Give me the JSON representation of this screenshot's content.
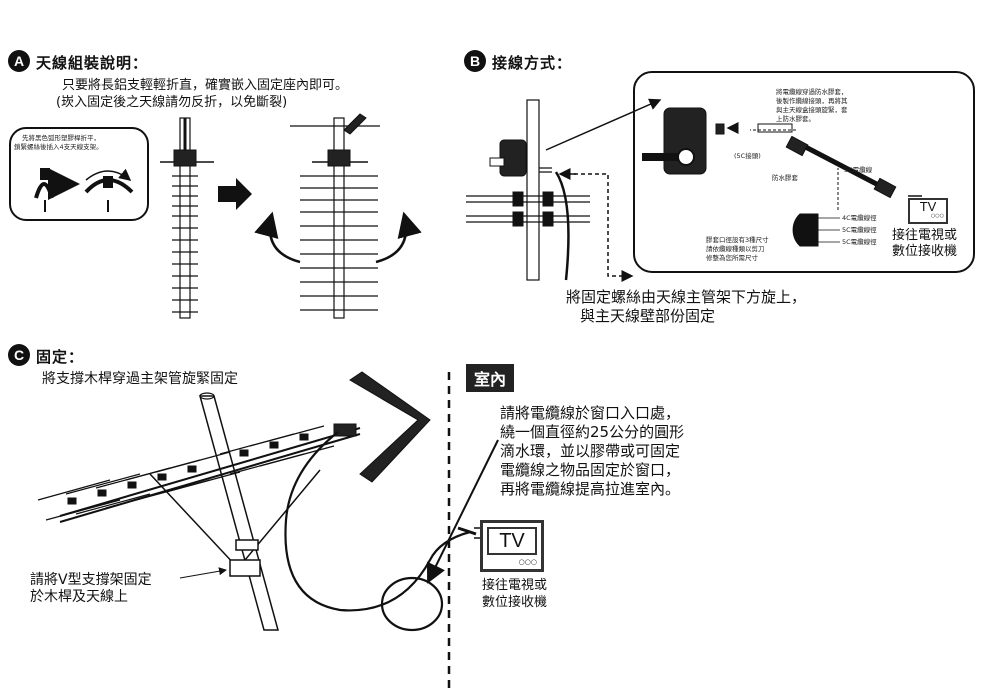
{
  "sectionA": {
    "badge": "A",
    "title": "天線組裝說明：",
    "line1": "只要將長鋁支輕輕折直，確實嵌入固定座內即可。",
    "line2": "(崁入固定後之天線請勿反折，以免斷裂)",
    "inset_line1": "先將黑色弧形塑膠桿折平，",
    "inset_line2": "鎖緊螺絲後插入4支天線支架。"
  },
  "sectionB": {
    "badge": "B",
    "title": "接線方式：",
    "note1_l1": "將電纜線穿過防水膠套，",
    "note1_l2": "後製作纜線接頭，再將其",
    "note1_l3": "與主天線盒接頭旋緊，套",
    "note1_l4": "上防水膠套。",
    "label_5c": "(5C接頭)",
    "label_cable": "5C電纜線",
    "label_boot": "防水膠套",
    "label_4c": "4C電纜線徑",
    "label_5c_dia": "5C電纜線徑",
    "label_5c_dia2": "5C電纜線徑",
    "note2_l1": "膠套口徑設有3種尺寸",
    "note2_l2": "請依纜線種類以剪刀",
    "note2_l3": "修整為您所需尺寸",
    "tv_label": "TV",
    "tv_caption_l1": "接往電視或",
    "tv_caption_l2": "數位接收機",
    "caption_l1": "將固定螺絲由天線主管架下方旋上，",
    "caption_l2": "與主天線壁部份固定"
  },
  "sectionC": {
    "badge": "C",
    "title": "固定：",
    "line1": "將支撐木桿穿過主架管旋緊固定",
    "vbracket_l1": "請將V型支撐架固定",
    "vbracket_l2": "於木桿及天線上"
  },
  "indoor": {
    "tag": "室內",
    "l1": "請將電纜線於窗口入口處，",
    "l2": "繞一個直徑約25公分的圓形",
    "l3": "滴水環，並以膠帶或可固定",
    "l4": "電纜線之物品固定於窗口，",
    "l5": "再將電纜線提高拉進室內。",
    "tv_label": "TV",
    "tv_caption_l1": "接往電視或",
    "tv_caption_l2": "數位接收機"
  }
}
